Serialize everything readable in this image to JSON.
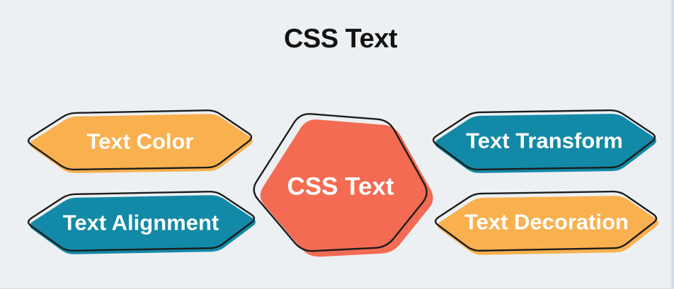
{
  "title": "CSS Text",
  "center": {
    "label": "CSS Text"
  },
  "nodes": [
    {
      "id": "text-color",
      "label": "Text Color",
      "color": "orange"
    },
    {
      "id": "text-alignment",
      "label": "Text Alignment",
      "color": "teal"
    },
    {
      "id": "text-transform",
      "label": "Text Transform",
      "color": "teal"
    },
    {
      "id": "text-decoration",
      "label": "Text Decoration",
      "color": "orange"
    }
  ],
  "colors": {
    "orange": "#F9B04F",
    "teal": "#1289A6",
    "red": "#F26B52",
    "background": "#EDF0F3",
    "outline": "#1C1C1C",
    "label_text": "#FFFFFF",
    "title_text": "#121212",
    "right_edge": "#C7D5E9",
    "bottom_edge": "#DEE2E7"
  }
}
